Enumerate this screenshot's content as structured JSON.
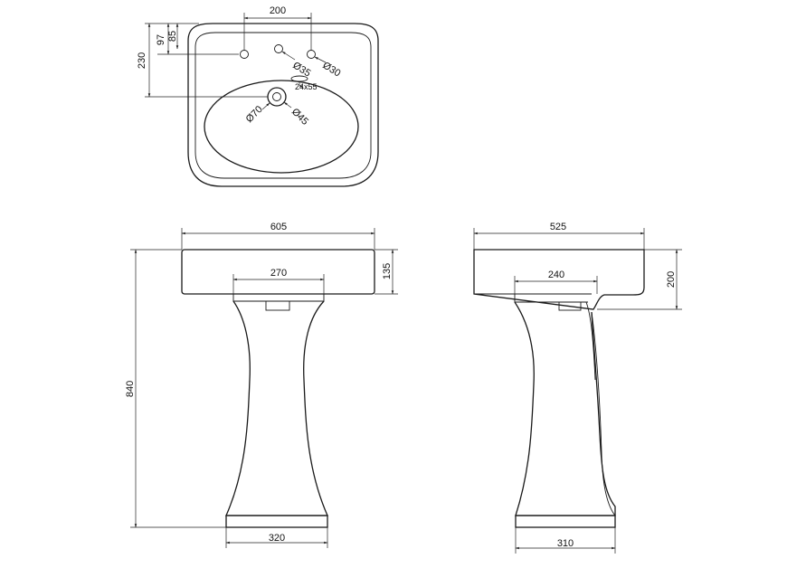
{
  "plan_view": {
    "dim_tap_spacing": "200",
    "dim_97": "97",
    "dim_85": "85",
    "dim_230": "230",
    "dim_hole_35": "Ø35",
    "dim_hole_30": "Ø30",
    "dim_overflow": "24x55",
    "dim_waste_70": "Ø70",
    "dim_waste_45": "Ø45"
  },
  "front_view": {
    "dim_width": "605",
    "dim_pedestal_top": "270",
    "dim_basin_height": "135",
    "dim_total_height": "840",
    "dim_base_width": "320"
  },
  "side_view": {
    "dim_depth": "525",
    "dim_pedestal_top": "240",
    "dim_basin_height": "200",
    "dim_base_depth": "310"
  }
}
